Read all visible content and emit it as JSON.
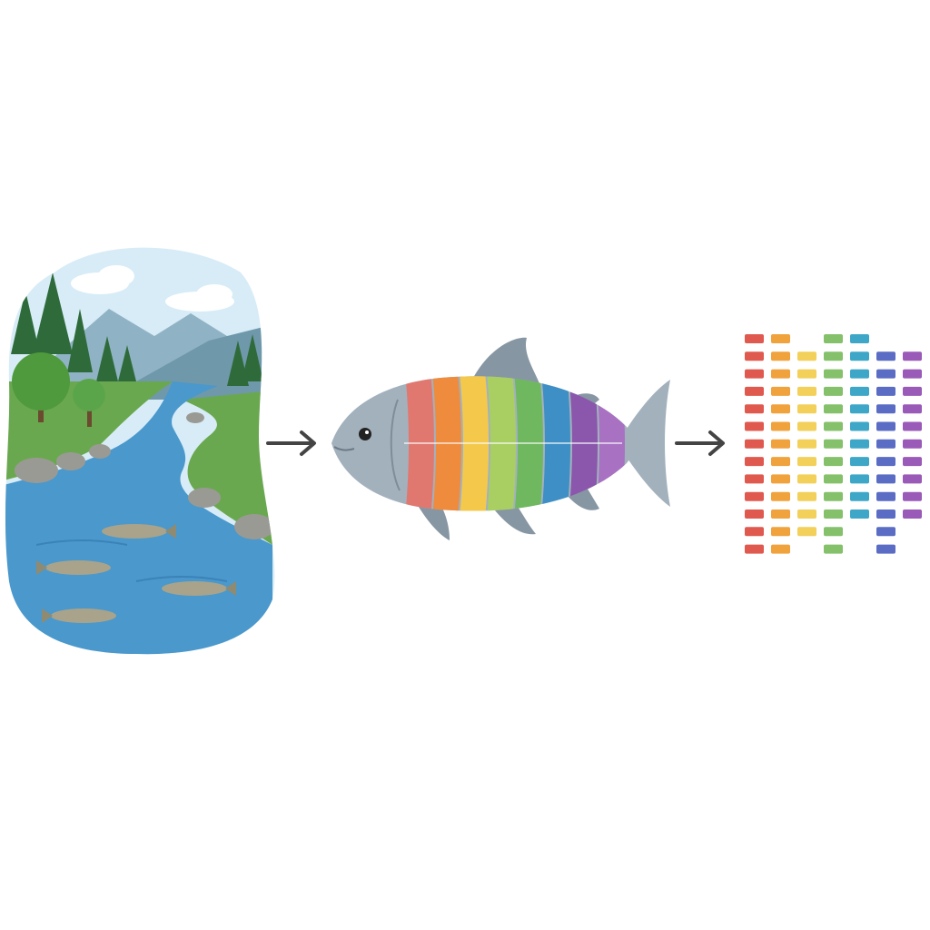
{
  "colors": {
    "background": "#ffffff",
    "sky": "#d7ecf7",
    "mountain_far": "#8fb3c4",
    "mountain_near": "#6f98ab",
    "forest": "#2f6b3a",
    "grass": "#6aa84f",
    "river": "#4a98cc",
    "river_dark": "#3b82b8",
    "rock": "#9a9a94",
    "fish_body": "#a3b1bd",
    "fish_dark": "#8796a3",
    "arrow": "#444444"
  },
  "fish_bands": [
    "#e07870",
    "#ef8b3d",
    "#f4c94b",
    "#a9cf62",
    "#6fb85f",
    "#3e8fc6",
    "#8a57ac",
    "#a871c2"
  ],
  "grid_columns": [
    {
      "color": "#e0594f",
      "rows": [
        1,
        1,
        1,
        1,
        1,
        1,
        1,
        1,
        1,
        1,
        1,
        1,
        1
      ]
    },
    {
      "color": "#f0a23c",
      "rows": [
        1,
        1,
        1,
        1,
        1,
        1,
        1,
        1,
        1,
        1,
        1,
        1,
        1
      ]
    },
    {
      "color": "#f2d05a",
      "rows": [
        0,
        1,
        1,
        1,
        1,
        1,
        1,
        1,
        1,
        1,
        1,
        1,
        0
      ]
    },
    {
      "color": "#84c16a",
      "rows": [
        1,
        1,
        1,
        1,
        1,
        1,
        1,
        1,
        1,
        1,
        1,
        1,
        1
      ]
    },
    {
      "color": "#3ea7c7",
      "rows": [
        1,
        1,
        1,
        1,
        1,
        1,
        1,
        1,
        1,
        1,
        1,
        0,
        0
      ]
    },
    {
      "color": "#5a6cc4",
      "rows": [
        0,
        1,
        1,
        1,
        1,
        1,
        1,
        1,
        1,
        1,
        1,
        1,
        1
      ]
    },
    {
      "color": "#9a5ab8",
      "rows": [
        0,
        1,
        1,
        1,
        1,
        1,
        1,
        1,
        1,
        1,
        1,
        0,
        0
      ]
    }
  ],
  "icons": [
    "river-landscape-icon",
    "arrow-right-icon",
    "segmented-fish-icon",
    "arrow-right-icon",
    "data-grid-icon"
  ]
}
